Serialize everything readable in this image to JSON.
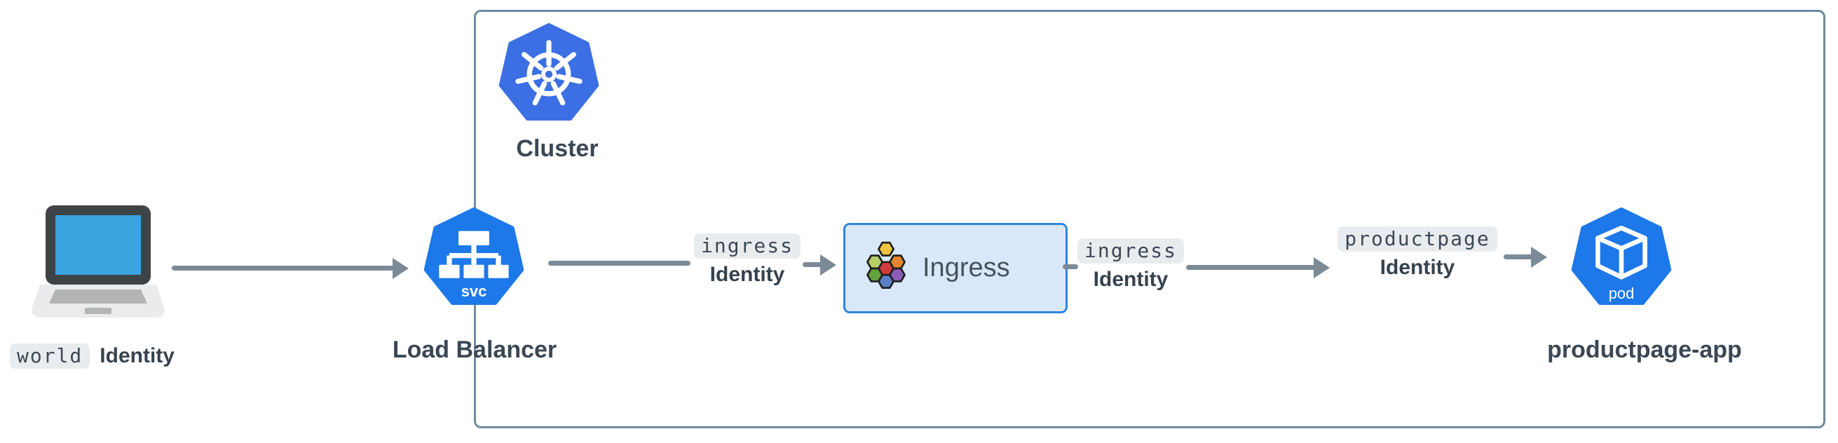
{
  "cluster": {
    "label": "Cluster"
  },
  "nodes": {
    "client": {
      "badge": "world",
      "identity_label": "Identity"
    },
    "load_balancer": {
      "label": "Load Balancer",
      "icon_badge": "svc"
    },
    "ingress": {
      "label": "Ingress"
    },
    "pod": {
      "label": "productpage-app",
      "icon_badge": "pod"
    }
  },
  "edges": {
    "lb_to_ingress": {
      "badge": "ingress",
      "identity_label": "Identity"
    },
    "ingress_out": {
      "badge": "ingress",
      "identity_label": "Identity"
    },
    "to_pod": {
      "badge": "productpage",
      "identity_label": "Identity"
    }
  },
  "colors": {
    "kubernetes_blue": "#3b6fe3",
    "node_blue": "#1d78e9",
    "arrow_gray": "#7b8a96",
    "cluster_border": "#6f8aa0",
    "ingress_box_bg": "#d9e8f8",
    "ingress_box_border": "#2e85dc",
    "badge_bg": "#e9ecef",
    "text_dark": "#36424e",
    "laptop_screen_blue": "#38a3de",
    "hex_red": "#d13c3c",
    "hex_yellow": "#eec33f",
    "hex_orange": "#e5862f",
    "hex_purple": "#8a5cb4",
    "hex_blue": "#5b80c6",
    "hex_green": "#61a33c",
    "hex_lime": "#b6cf65"
  }
}
